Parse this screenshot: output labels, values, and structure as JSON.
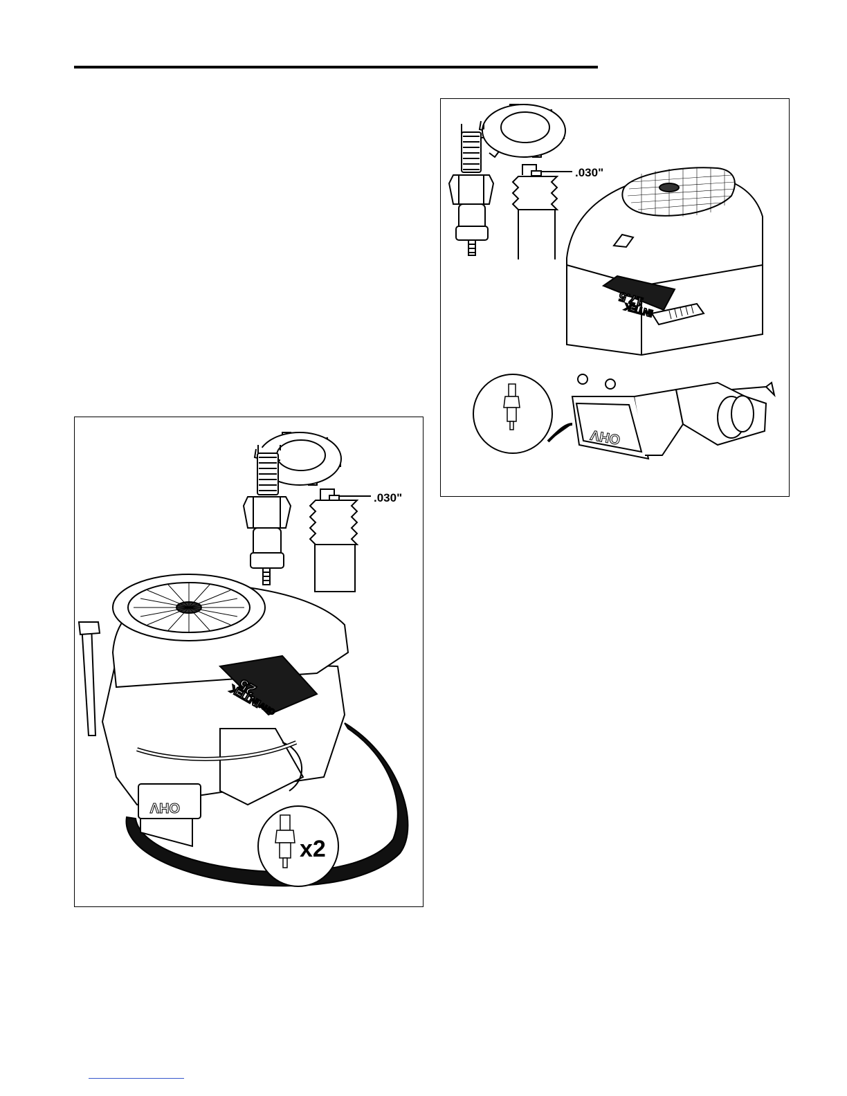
{
  "figures": {
    "left": {
      "gap_label": ".030\"",
      "quantity_label": "x2",
      "decal_number": "25",
      "decal_brand": "INTEK",
      "decal_sub": "OHV",
      "valve_cover_label": "OHV",
      "icons": [
        "spark-plug-icon",
        "feeler-gauge-icon",
        "gap-measurement-icon",
        "engine-illustration"
      ]
    },
    "right": {
      "gap_label": ".030\"",
      "decal_number": "17.5",
      "decal_brand": "INTEK",
      "valve_cover_label": "OHV",
      "icons": [
        "spark-plug-icon",
        "feeler-gauge-icon",
        "gap-measurement-icon",
        "engine-illustration"
      ]
    }
  },
  "colors": {
    "line": "#000000",
    "decal": "#1a1a1a",
    "background": "#ffffff"
  }
}
